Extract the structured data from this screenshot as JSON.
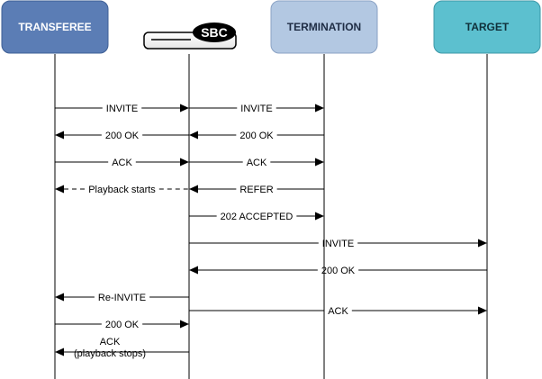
{
  "diagram": {
    "participants": [
      {
        "id": "transferee",
        "label": "TRANSFEREE",
        "kind": "box",
        "fill": "#5b7db5",
        "stroke": "#3e5f95",
        "text_color": "#ffffff"
      },
      {
        "id": "sbc",
        "label": "SBC",
        "kind": "sbc-icon"
      },
      {
        "id": "termination",
        "label": "TERMINATION",
        "kind": "box",
        "fill": "#b3c8e2",
        "stroke": "#8aa2c4",
        "text_color": "#1f2d45"
      },
      {
        "id": "target",
        "label": "TARGET",
        "kind": "box",
        "fill": "#5cc0cf",
        "stroke": "#3d97a7",
        "text_color": "#10303a"
      }
    ],
    "messages": [
      {
        "from": "transferee",
        "to": "sbc",
        "label": "INVITE",
        "style": "solid"
      },
      {
        "from": "sbc",
        "to": "termination",
        "label": "INVITE",
        "style": "solid"
      },
      {
        "from": "sbc",
        "to": "transferee",
        "label": "200 OK",
        "style": "solid"
      },
      {
        "from": "termination",
        "to": "sbc",
        "label": "200 OK",
        "style": "solid"
      },
      {
        "from": "transferee",
        "to": "sbc",
        "label": "ACK",
        "style": "solid"
      },
      {
        "from": "sbc",
        "to": "termination",
        "label": "ACK",
        "style": "solid"
      },
      {
        "from": "sbc",
        "to": "transferee",
        "label": "Playback starts",
        "style": "dashed"
      },
      {
        "from": "termination",
        "to": "sbc",
        "label": "REFER",
        "style": "solid"
      },
      {
        "from": "sbc",
        "to": "termination",
        "label": "202 ACCEPTED",
        "style": "solid"
      },
      {
        "from": "sbc",
        "to": "target",
        "label": "INVITE",
        "style": "solid"
      },
      {
        "from": "target",
        "to": "sbc",
        "label": "200 OK",
        "style": "solid"
      },
      {
        "from": "sbc",
        "to": "transferee",
        "label": "Re-INVITE",
        "style": "solid"
      },
      {
        "from": "sbc",
        "to": "target",
        "label": "ACK",
        "style": "solid"
      },
      {
        "from": "transferee",
        "to": "sbc",
        "label": "200 OK",
        "style": "solid"
      },
      {
        "from": "sbc",
        "to": "transferee",
        "label": "ACK\n(playback stops)",
        "style": "solid"
      }
    ]
  }
}
